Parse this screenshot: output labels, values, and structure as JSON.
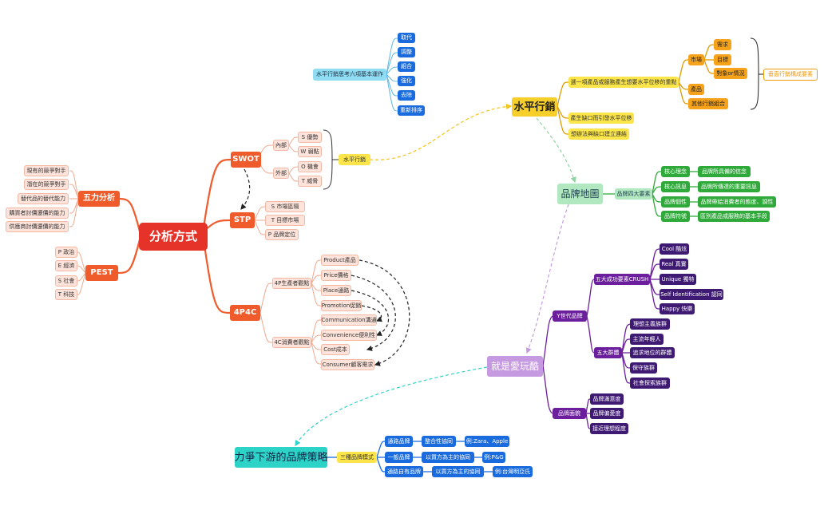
{
  "root": "分析方式",
  "five_forces": {
    "label": "五力分析",
    "items": [
      "現有的競爭對手",
      "潛在的競爭對手",
      "替代品的替代能力",
      "購買者討價還價的能力",
      "供應商討價還價的能力"
    ]
  },
  "pest": {
    "label": "PEST",
    "items": [
      "P 政治",
      "E 經濟",
      "S 社會",
      "T 科技"
    ]
  },
  "swot": {
    "label": "SWOT",
    "internal": "內部",
    "external": "外部",
    "items": [
      "S 優勢",
      "W 弱點",
      "O 機會",
      "T 威脅"
    ],
    "horizontal": "水平行銷"
  },
  "stp": {
    "label": "STP",
    "items": [
      "S 市場區隔",
      "T 目標市場",
      "P 品牌定位"
    ]
  },
  "p4c4": {
    "label": "4P4C",
    "producer": "4P生產者觀點",
    "consumer": "4C消費者觀點",
    "p_items": [
      "Product產品",
      "Price價格",
      "Place通路",
      "Promotion促銷"
    ],
    "c_items": [
      "Communication溝通",
      "Convenience便利性",
      "Cost成本",
      "Consumer顧客需求"
    ]
  },
  "lateral": {
    "title": "水平行銷",
    "ops_label": "水平行銷思考六項基本運作",
    "ops": [
      "取代",
      "調整",
      "組合",
      "強化",
      "去除",
      "重新排序"
    ],
    "branch1": "選一項產品或服務產生想要水平位移的重點",
    "branch2": "產生缺口而引發水平位移",
    "branch3": "想辦法與缺口建立連結",
    "market": "市場",
    "market_items": [
      "需求",
      "目標",
      "對象or情況"
    ],
    "product": "產品",
    "other_mix": "其他行銷組合",
    "vertical": "垂直行銷構成要素"
  },
  "brand_map": {
    "title": "品牌地圖",
    "four": "品牌四大要素",
    "items": [
      {
        "k": "核心理念",
        "v": "品牌所具備的信念"
      },
      {
        "k": "核心訊息",
        "v": "品牌所傳達的重要訊息"
      },
      {
        "k": "品牌個性",
        "v": "品牌帶給消費者的態度、調性"
      },
      {
        "k": "品牌符號",
        "v": "區別產品或服務的基本手段"
      }
    ]
  },
  "play_cool": {
    "title": "就是愛玩酷",
    "ygen": "Y世代品牌",
    "crush": "五大成功要素CRUSH",
    "crush_items": [
      "Cool 酷炫",
      "Real 真實",
      "Unique 獨特",
      "Self Identification 認同",
      "Happy 快樂"
    ],
    "groups_label": "五大群體",
    "groups": [
      "理想主義族群",
      "主流年輕人",
      "追求地位的群體",
      "保守族群",
      "社會探索族群"
    ],
    "aspects_label": "品牌面貌",
    "aspects": [
      "品牌滿意度",
      "品牌偏愛度",
      "接近理想程度"
    ]
  },
  "downstream": {
    "title": "力爭下游的品牌策略",
    "three": "三種品牌模式",
    "rows": [
      {
        "a": "通路品牌",
        "b": "整合性協同",
        "c": "例:Zara、Apple"
      },
      {
        "a": "一般品牌",
        "b": "以買方為主的協同",
        "c": "例:P&G"
      },
      {
        "a": "通路自有品牌",
        "b": "以買方為主的協同",
        "c": "例:台灣明亞氏"
      }
    ]
  },
  "colors": {
    "red": "#e5332a",
    "orange_red": "#ef5b2b",
    "yellow": "#f6cf2a",
    "orange": "#f7a21b",
    "green": "#2faa3a",
    "purple": "#6b1f9c",
    "blue": "#1a6cde",
    "cyan": "#2ed3c8"
  }
}
